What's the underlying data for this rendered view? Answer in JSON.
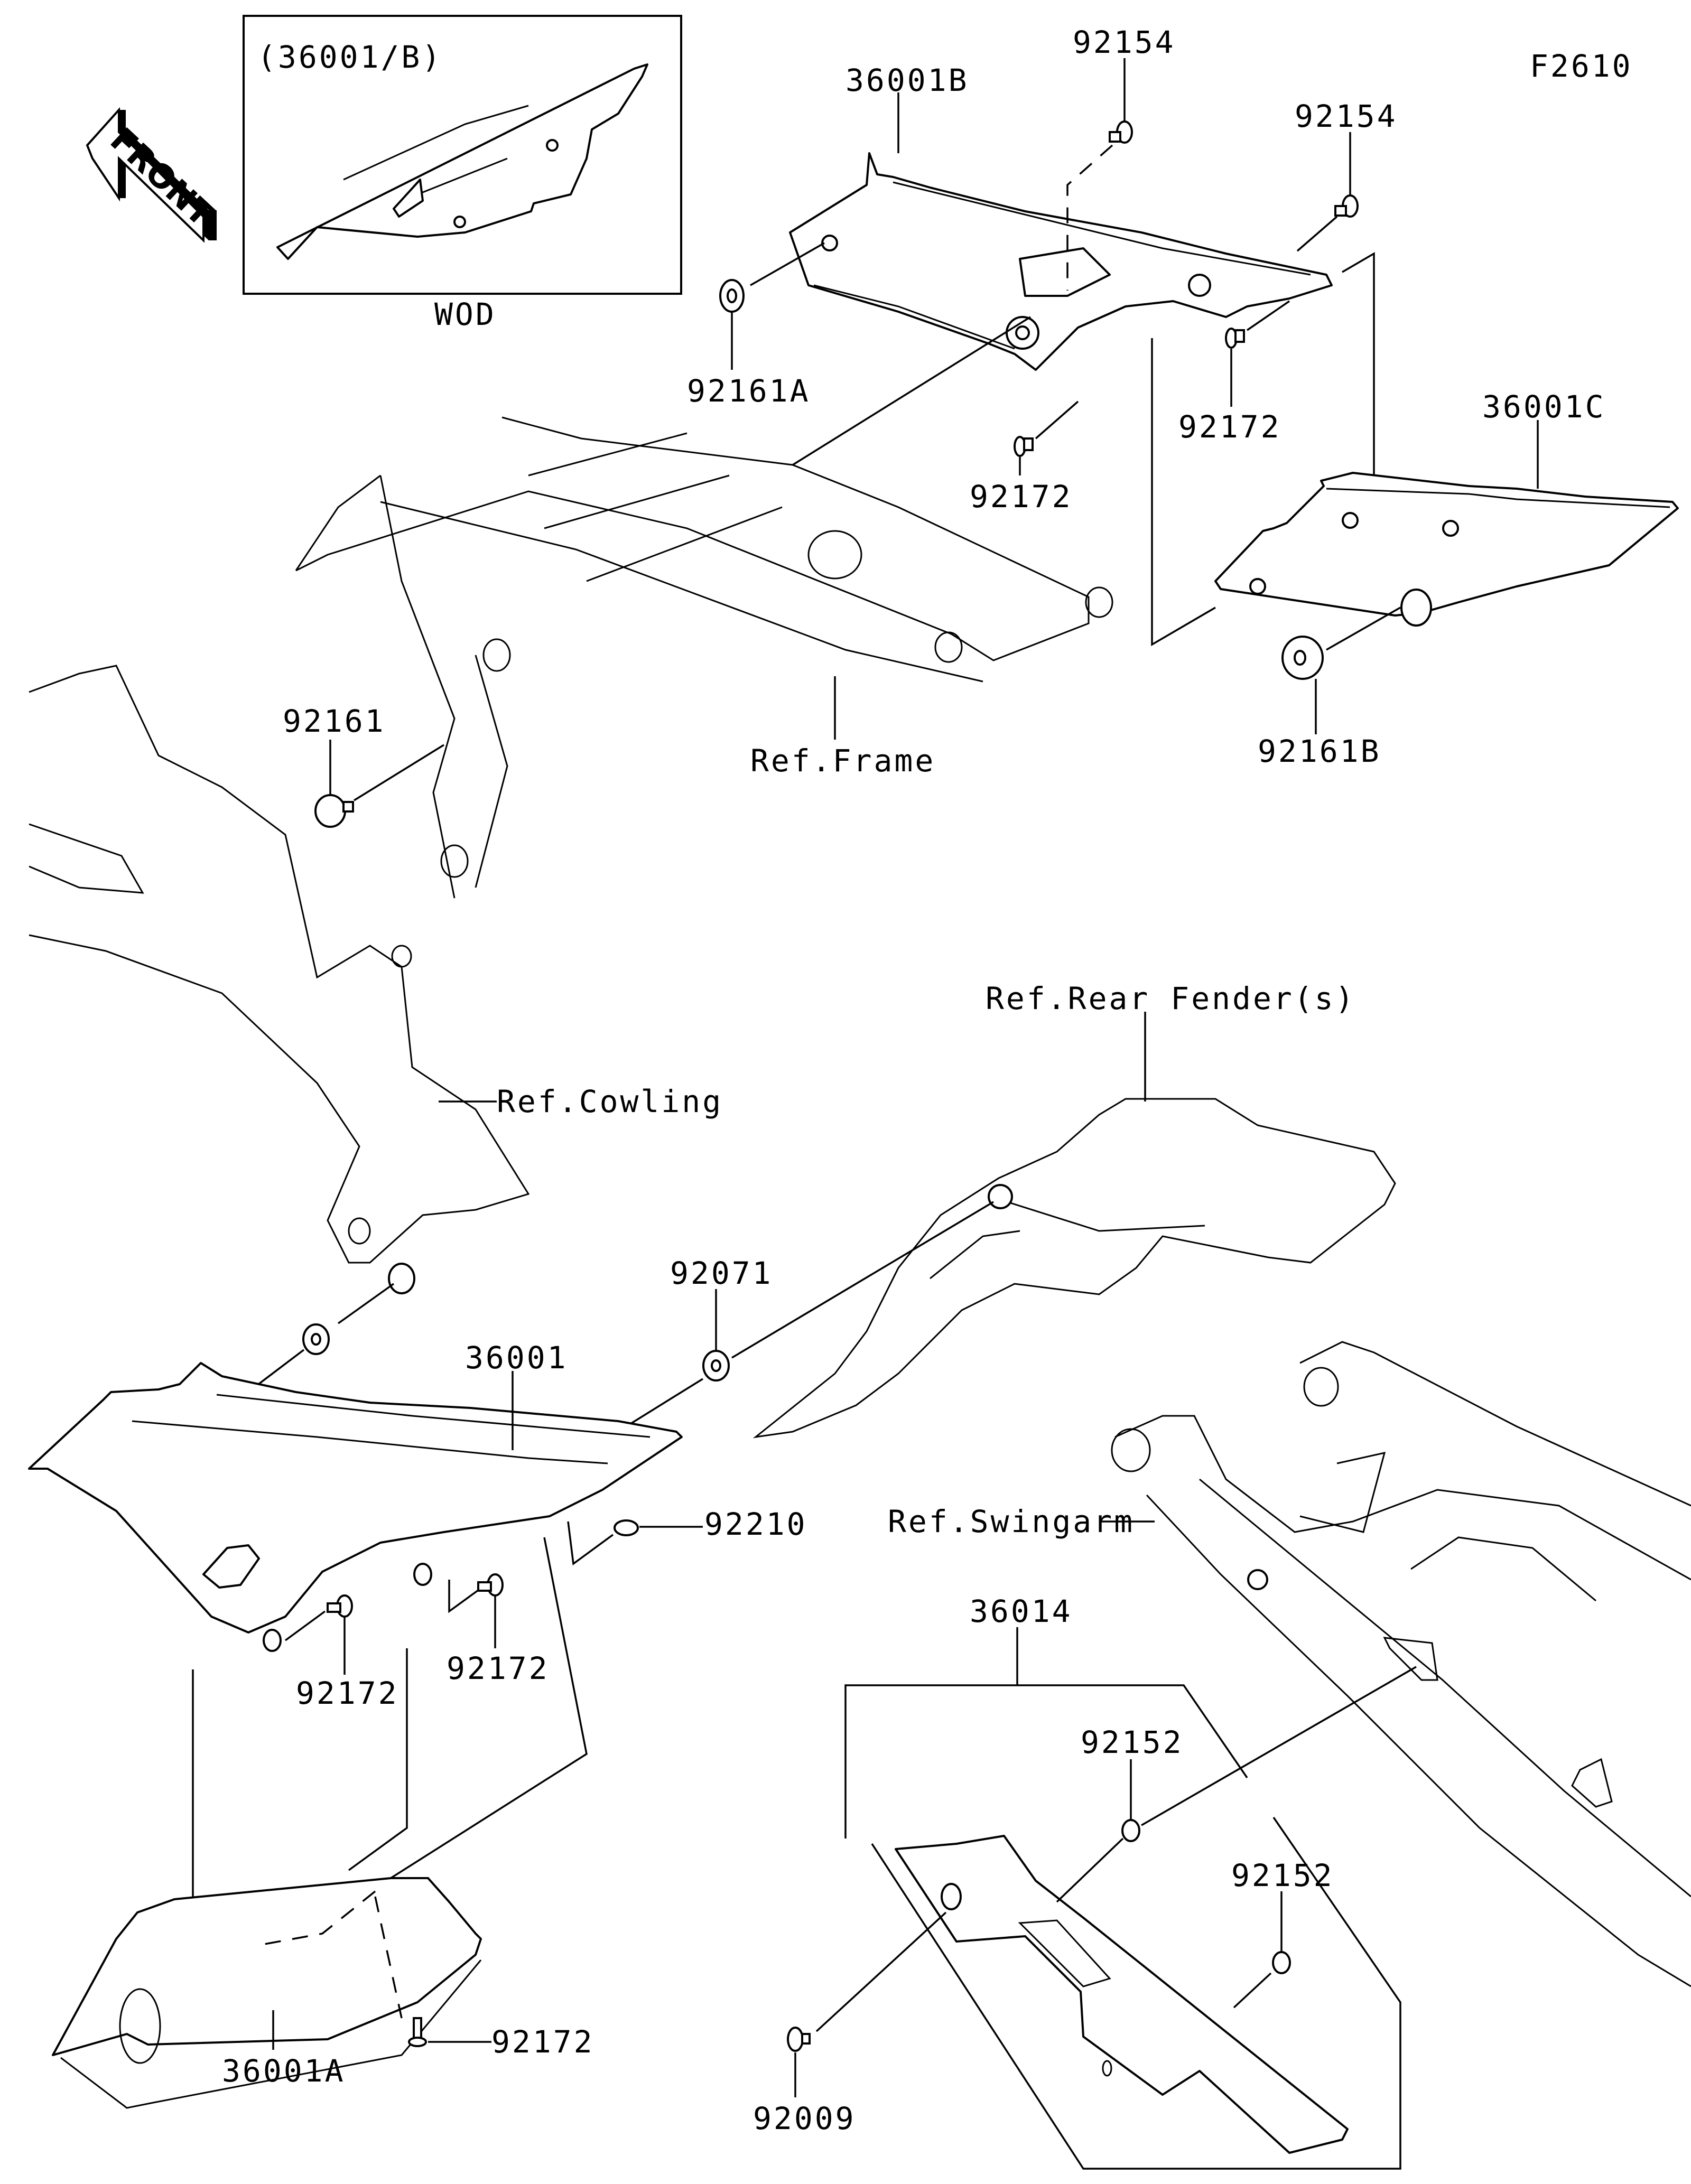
{
  "diagram": {
    "figure_code": "F2610",
    "front_indicator": "FRONT",
    "inset": {
      "title": "(36001/B)",
      "caption": "WOD"
    },
    "labels": {
      "p36001B": "36001B",
      "p92154_a": "92154",
      "p92154_b": "92154",
      "p92161A": "92161A",
      "p92172_top_right": "92172",
      "p92172_top_mid": "92172",
      "p36001C": "36001C",
      "ref_frame": "Ref.Frame",
      "p92161B": "92161B",
      "p92161": "92161",
      "ref_rear_fender": "Ref.Rear Fender(s)",
      "ref_cowling": "Ref.Cowling",
      "p92071": "92071",
      "p36001": "36001",
      "p92210": "92210",
      "ref_swingarm": "Ref.Swingarm",
      "p36014": "36014",
      "p92172_left": "92172",
      "p92172_mid": "92172",
      "p92152_a": "92152",
      "p92152_b": "92152",
      "p92172_bottom": "92172",
      "p36001A": "36001A",
      "p92009": "92009"
    }
  }
}
